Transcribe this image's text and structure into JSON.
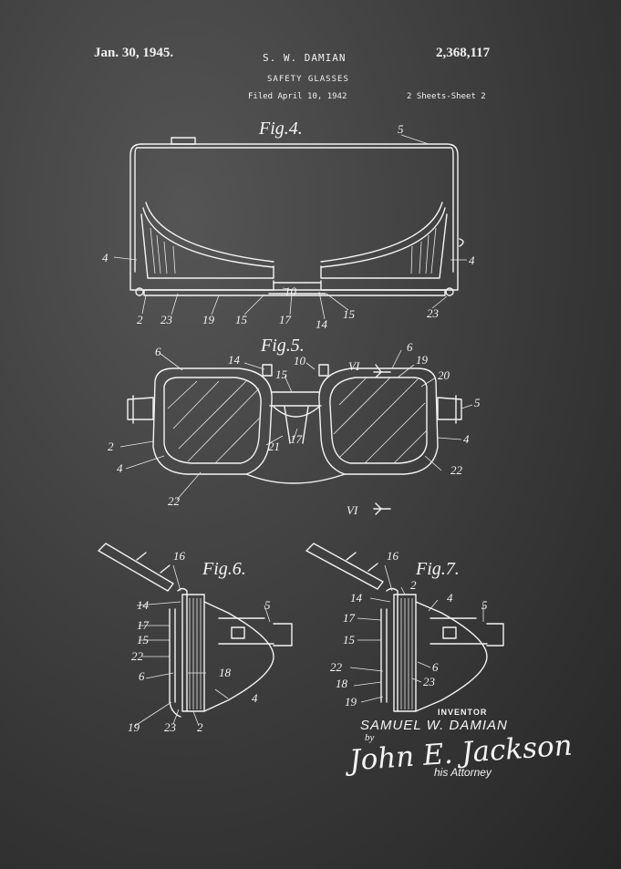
{
  "header": {
    "date": "Jan. 30, 1945.",
    "inventor": "S. W. DAMIAN",
    "patent_number": "2,368,117",
    "title": "SAFETY GLASSES",
    "filed": "Filed April 10, 1942",
    "sheets": "2 Sheets-Sheet 2"
  },
  "figures": {
    "fig4": "Fig.4.",
    "fig5": "Fig.5.",
    "fig6": "Fig.6.",
    "fig7": "Fig.7."
  },
  "labels": {
    "f4_5": "5",
    "f4_4l": "4",
    "f4_4r": "4",
    "f4_10": "10",
    "f4_2": "2",
    "f4_23l": "23",
    "f4_19": "19",
    "f4_15a": "15",
    "f4_17": "17",
    "f4_14": "14",
    "f4_15b": "15",
    "f4_23r": "23",
    "f5_6l": "6",
    "f5_14": "14",
    "f5_10": "10",
    "f5_15": "15",
    "f5_vi_top": "VI",
    "f5_6r": "6",
    "f5_19": "19",
    "f5_20": "20",
    "f5_5": "5",
    "f5_2": "2",
    "f5_4l": "4",
    "f5_21": "21",
    "f5_17": "17",
    "f5_4r": "4",
    "f5_22r": "22",
    "f5_22b": "22",
    "f5_vi_bot": "VI",
    "f6_16": "16",
    "f6_14": "14",
    "f6_5": "5",
    "f6_17": "17",
    "f6_15": "15",
    "f6_22": "22",
    "f6_6": "6",
    "f6_18": "18",
    "f6_4": "4",
    "f6_19": "19",
    "f6_23": "23",
    "f6_2": "2",
    "f7_16": "16",
    "f7_2": "2",
    "f7_14": "14",
    "f7_4": "4",
    "f7_5": "5",
    "f7_17": "17",
    "f7_15": "15",
    "f7_22": "22",
    "f7_6": "6",
    "f7_18": "18",
    "f7_23": "23",
    "f7_19": "19"
  },
  "inventor_block": {
    "label": "INVENTOR",
    "name": "SAMUEL W. DAMIAN",
    "by": "by",
    "signature": "John E. Jackson",
    "role": "his Attorney"
  }
}
